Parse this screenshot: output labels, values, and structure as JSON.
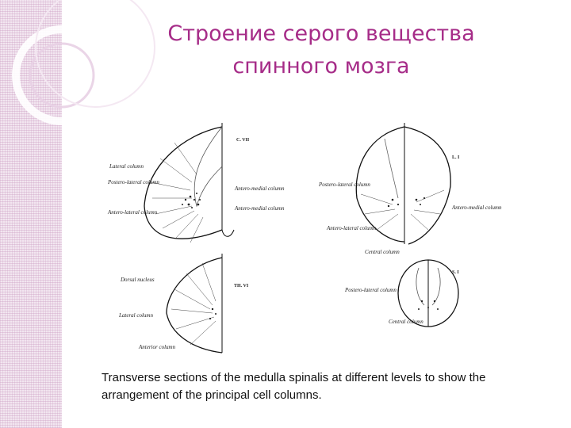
{
  "slide": {
    "title_line1": "Строение серого вещества",
    "title_line2": "спинного мозга",
    "caption": "Transverse sections of the medulla spinalis at different levels to show the arrangement of the principal cell columns.",
    "accent_color": "#a62c88",
    "stripe_color": "#f2e6f0"
  },
  "figure": {
    "sections": [
      {
        "level": "C. VII",
        "labels": [
          "Lateral column",
          "Postero-lateral column",
          "Antero-lateral column",
          "Antero-medial column",
          "Antero-medial column"
        ]
      },
      {
        "level": "L. I",
        "labels": [
          "Postero-lateral column",
          "Antero-medial column",
          "Antero-lateral column",
          "Central column"
        ]
      },
      {
        "level": "TH. VI",
        "labels": [
          "Dorsal nucleus",
          "Lateral column",
          "Anterior column"
        ]
      },
      {
        "level": "S. I",
        "labels": [
          "Postero-lateral column",
          "Central column"
        ]
      }
    ]
  }
}
